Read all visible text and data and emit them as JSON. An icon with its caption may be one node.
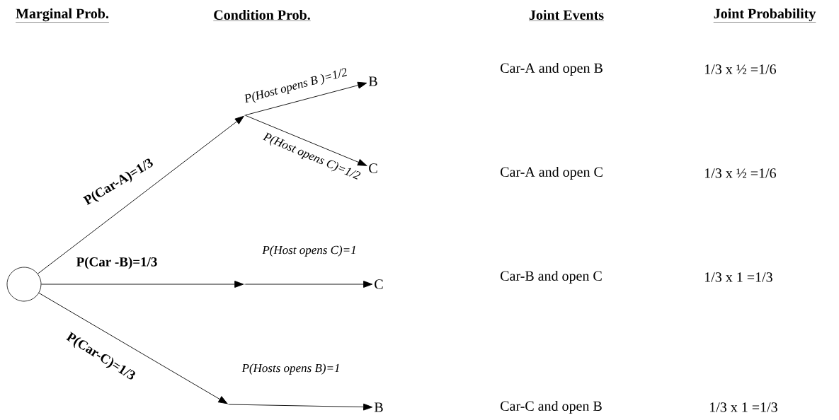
{
  "diagram": {
    "nodes": [
      {
        "text": [],
        "shape": "circle"
      },
      {
        "text": [],
        "shape": "point"
      },
      {
        "text": [
          "B"
        ]
      },
      {
        "text": [
          "C"
        ]
      },
      {
        "text": [],
        "shape": "point"
      },
      {
        "text": [
          "C"
        ]
      },
      {
        "text": [],
        "shape": "point"
      },
      {
        "text": [
          "B"
        ]
      }
    ],
    "edges": [
      {
        "from": 0,
        "to": 1,
        "arrow": "to",
        "label": "P(Car-A)=1/3"
      },
      {
        "from": 1,
        "to": 2,
        "arrow": "to",
        "label": "P(Host opens B )=1/2"
      },
      {
        "from": 1,
        "to": 3,
        "arrow": "to",
        "label": "P(Host opens C)=1/2"
      },
      {
        "from": 0,
        "to": 4,
        "arrow": "to",
        "label": "P(Car -B)=1/3"
      },
      {
        "from": 4,
        "to": 5,
        "arrow": "to",
        "label": "P(Host opens C)=1"
      },
      {
        "from": 0,
        "to": 6,
        "arrow": "to",
        "label": "P(Car-C)=1/3"
      },
      {
        "from": 6,
        "to": 7,
        "arrow": "to",
        "label": "P(Hosts opens B)=1"
      }
    ],
    "labels": [
      "Marginal Prob.",
      "Condition Prob.",
      "Joint Events",
      "Joint Probability",
      "Car-A and open B",
      "1/3 x ½ =1/6",
      "Car-A and open C",
      "1/3 x ½ =1/6",
      "Car-B and open C",
      "1/3 x 1 =1/3",
      "Car-C and open B",
      "1/3 x 1 =1/3"
    ]
  }
}
